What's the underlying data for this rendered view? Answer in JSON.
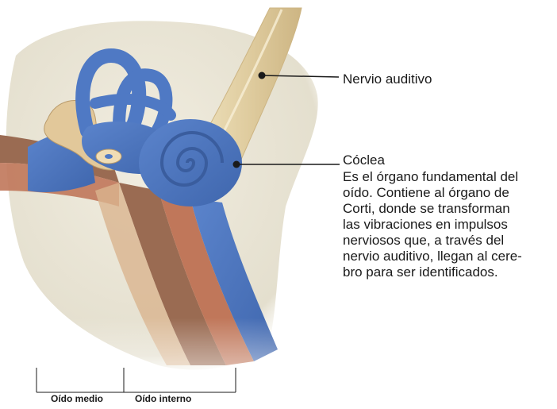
{
  "labels": {
    "nervio_auditivo": "Nervio auditivo",
    "coclea_title": "Cóclea",
    "coclea_description_lines": [
      "Es el órgano fundamental del",
      "oído. Contiene al órgano de",
      "Corti, donde se transforman",
      "las vibraciones en impulsos",
      "nerviosos que, a través del",
      "nervio auditivo, llegan al cere-",
      "bro para ser identificados."
    ],
    "oido_medio": "Oído medio",
    "oido_interno": "Oído interno"
  },
  "colors": {
    "labyrinth_blue": "#4f79c4",
    "labyrinth_dark": "#3a5d9e",
    "bone": "#e9e4d3",
    "nerve": "#e2d2a8",
    "tissue_brown": "#9a6b52",
    "tissue_red": "#c0775a",
    "ossicle": "#e2c89a",
    "line": "#1a1a1a"
  }
}
